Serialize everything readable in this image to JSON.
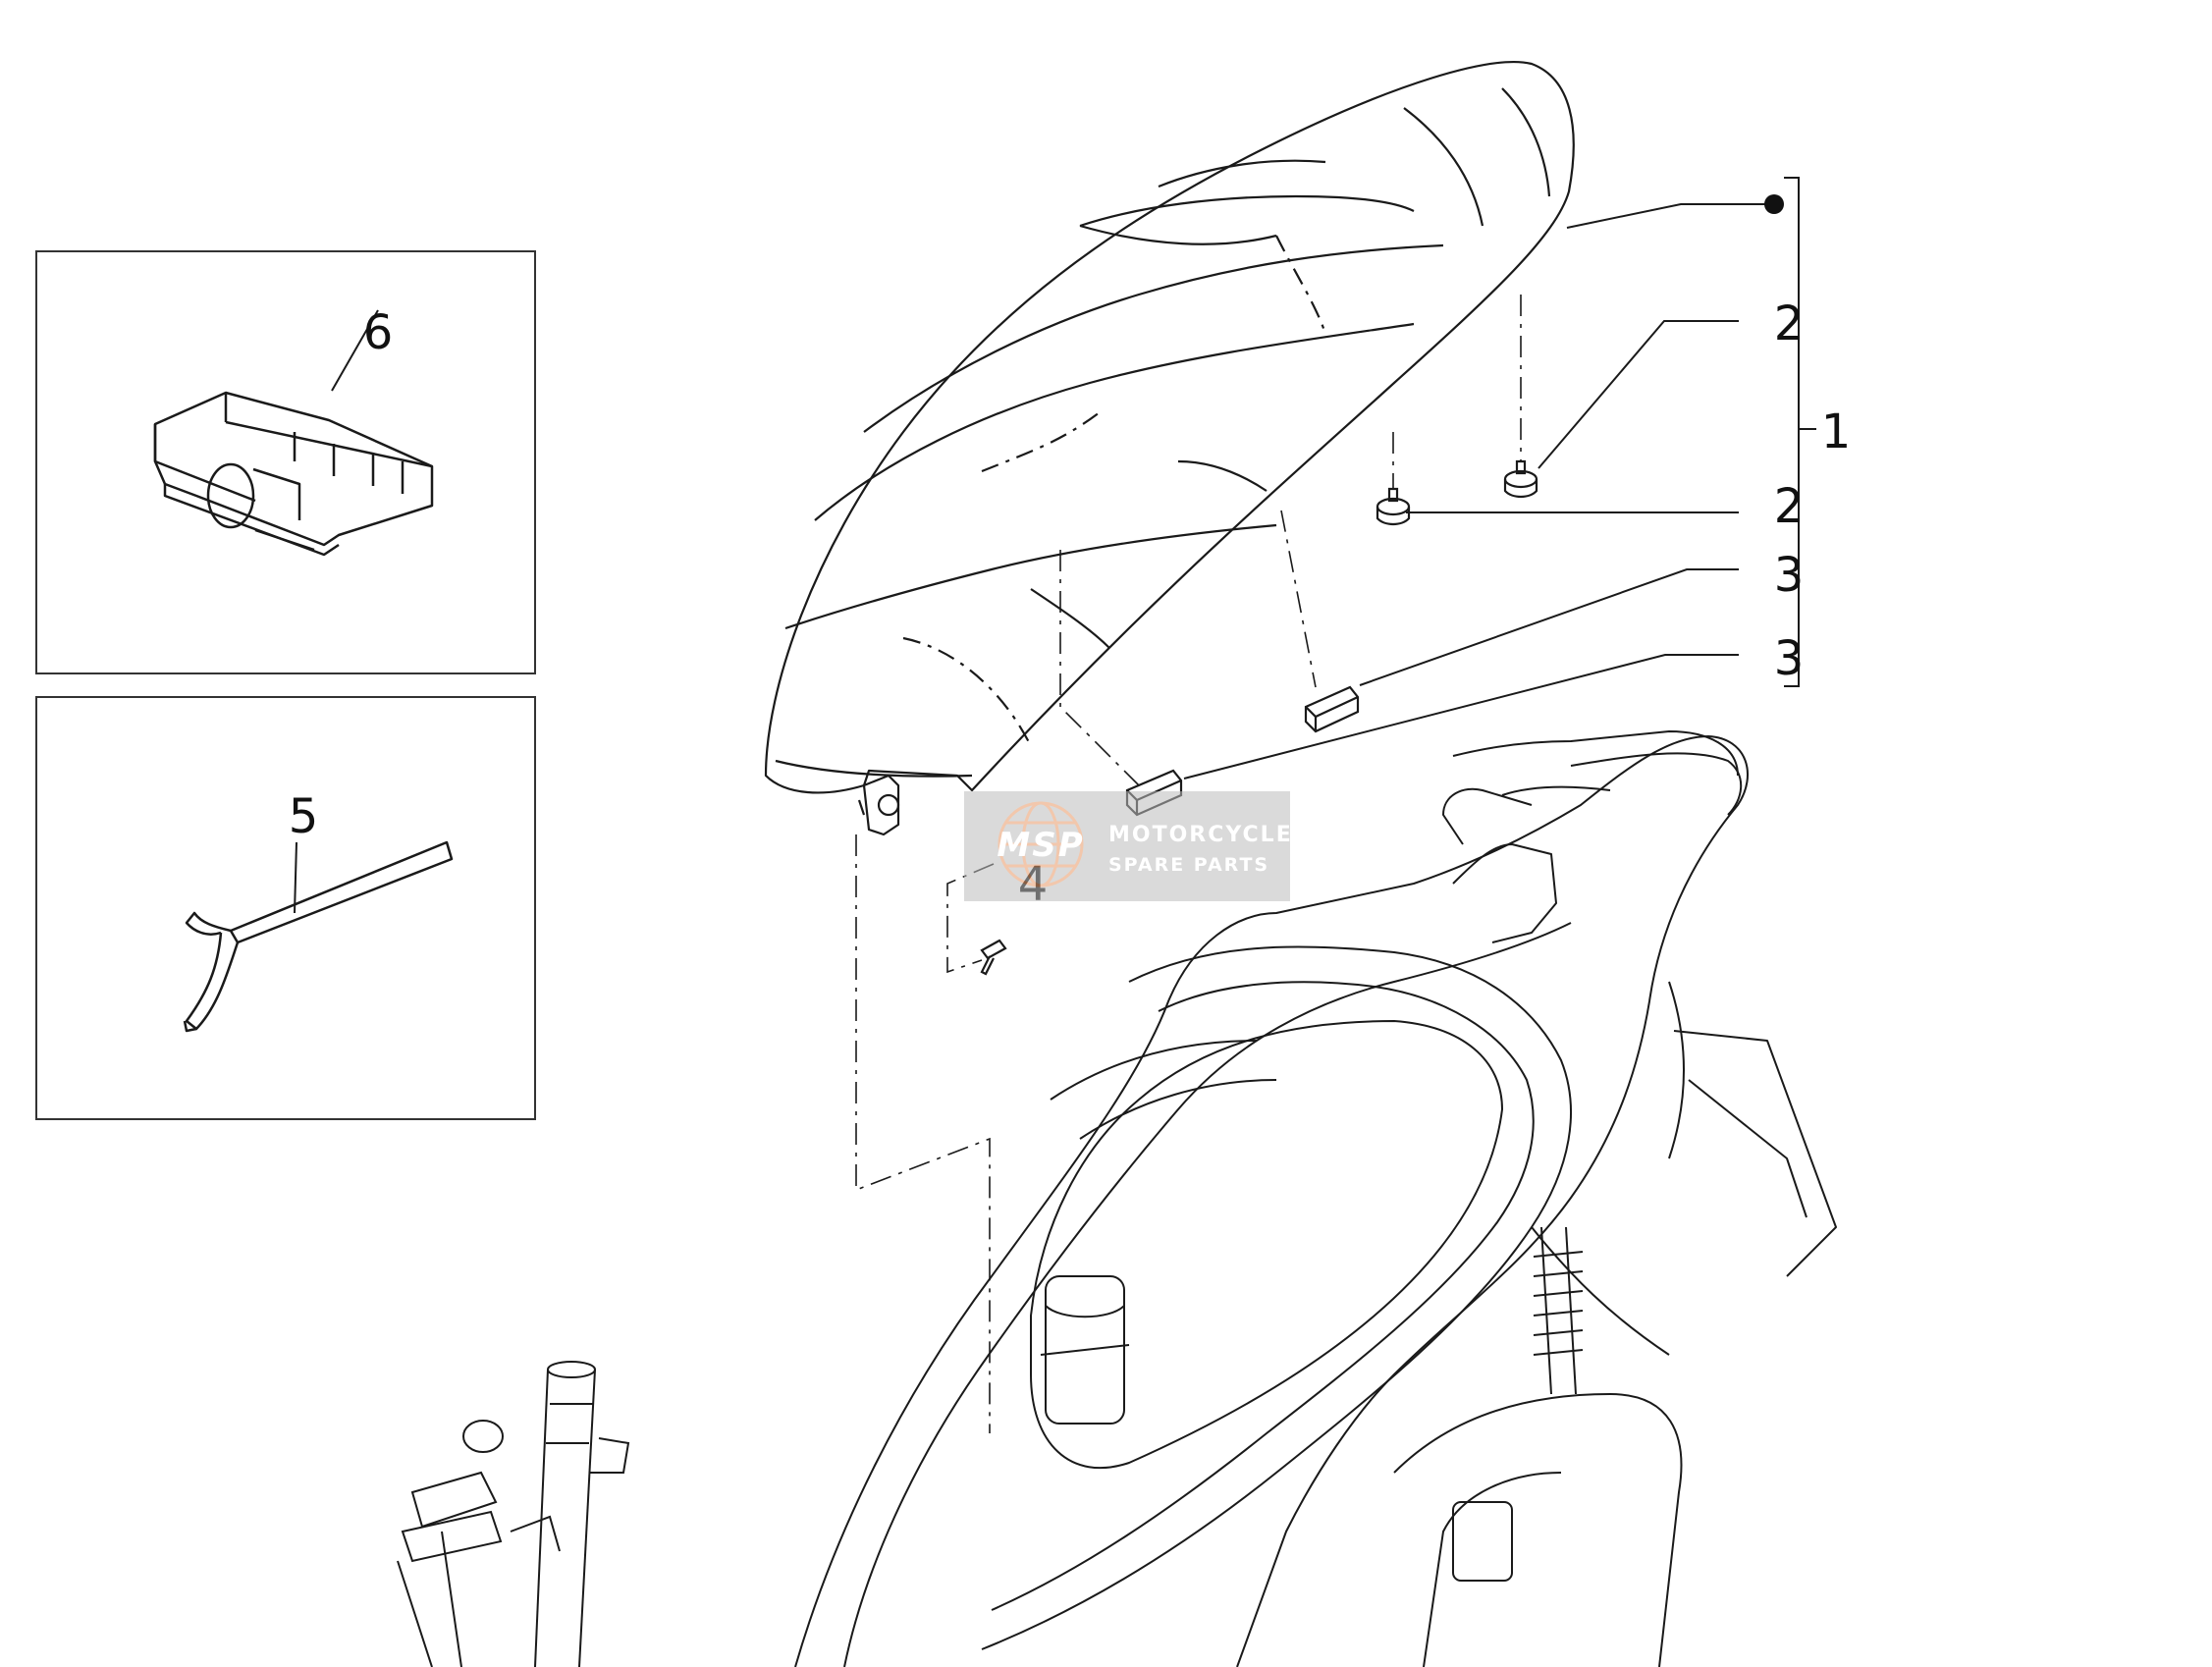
{
  "callouts": {
    "c1": "1",
    "c2a": "2",
    "c2b": "2",
    "c3a": "3",
    "c3b": "3",
    "c4": "4",
    "c5": "5",
    "c6": "6"
  },
  "watermark": {
    "logo": "MSP",
    "line1": "MOTORCYCLE",
    "line2": "SPARE PARTS"
  },
  "colors": {
    "line": "#1a1a1a",
    "watermark_bg": "#bdbdbd",
    "watermark_logo": "#e89b6a"
  }
}
